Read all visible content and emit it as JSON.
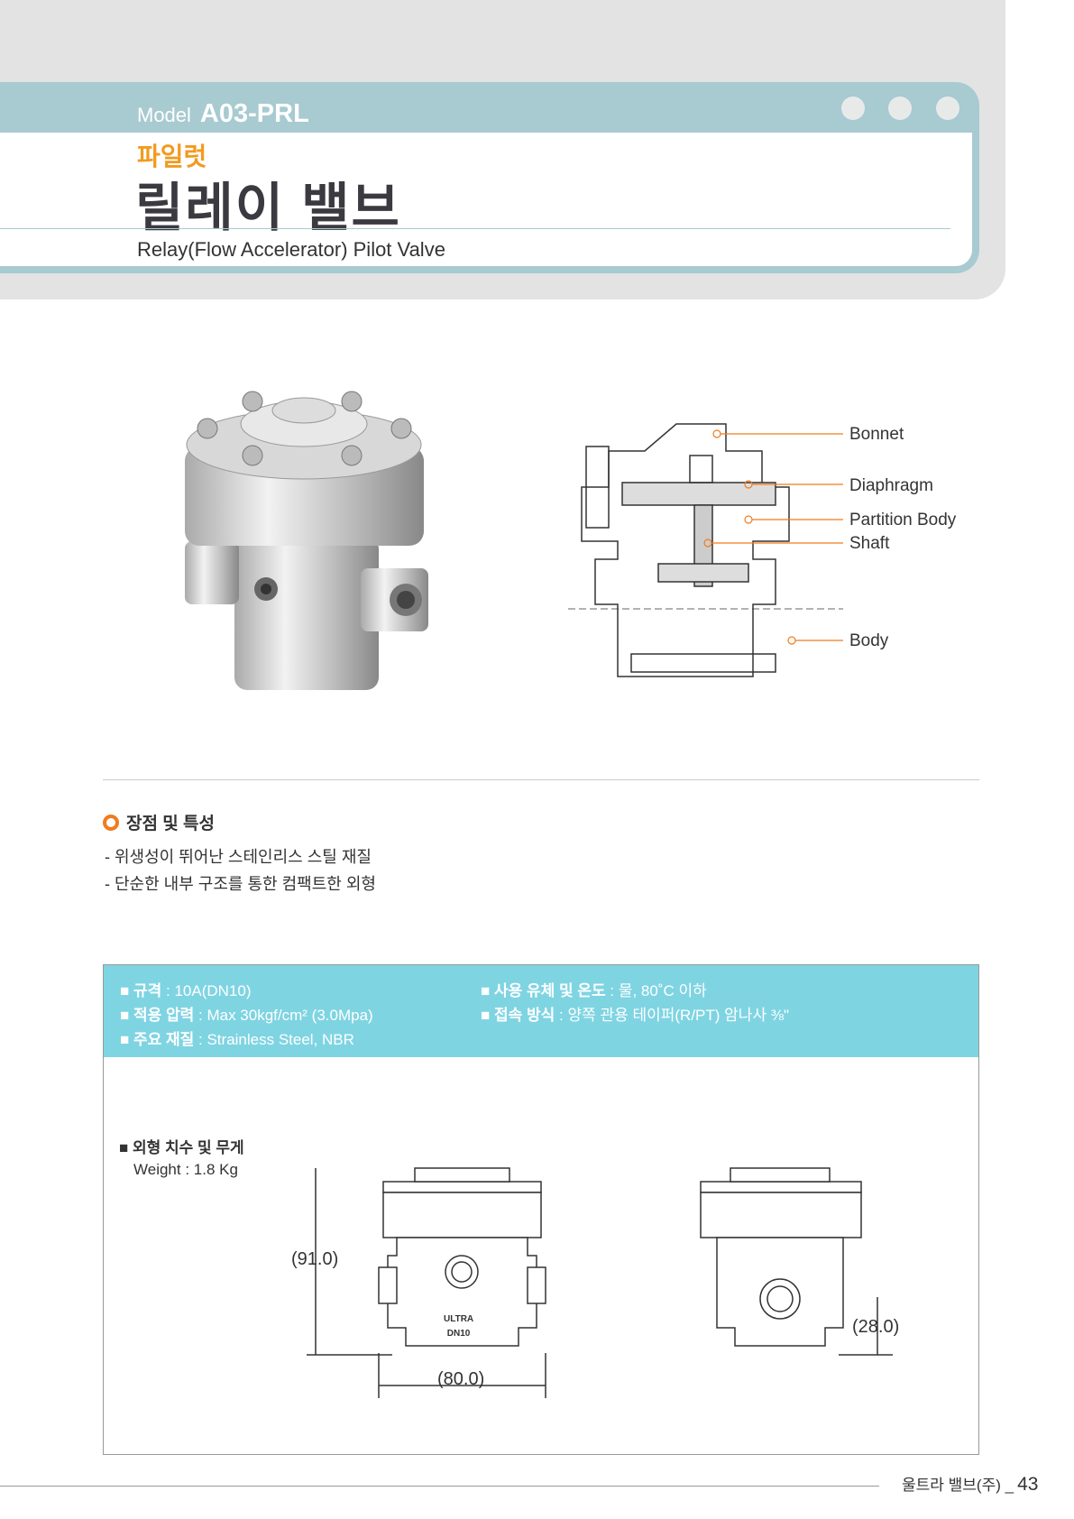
{
  "header": {
    "model_label": "Model",
    "model": "A03-PRL",
    "subtitle": "파일럿",
    "title": "릴레이 밸브",
    "english": "Relay(Flow Accelerator) Pilot Valve"
  },
  "diagram": {
    "labels": [
      "Bonnet",
      "Diaphragm",
      "Partition Body",
      "Shaft",
      "Body"
    ],
    "accent": "#f07c1e"
  },
  "features": {
    "heading": "장점 및 특성",
    "items": [
      "- 위생성이 뛰어난 스테인리스 스틸 재질",
      "- 단순한 내부 구조를 통한 컴팩트한 외형"
    ]
  },
  "specs": {
    "size": {
      "label": "규격",
      "value": " : 10A(DN10)"
    },
    "pressure": {
      "label": "적용 압력",
      "value": " : Max 30kgf/cm² (3.0Mpa)"
    },
    "material": {
      "label": "주요 재질",
      "value": " : Strainless Steel, NBR"
    },
    "fluid": {
      "label": "사용 유체 및 온도",
      "value": " : 물, 80˚C  이하"
    },
    "connection": {
      "label": "접속 방식",
      "value": " : 양쪽 관용 테이퍼(R/PT) 암나사 ⅜\""
    }
  },
  "dimensions": {
    "heading": "외형 치수 및 무게",
    "weight": "Weight : 1.8 Kg",
    "height": "(91.0)",
    "width": "(80.0)",
    "port_height": "(28.0)",
    "marking1": "ULTRA",
    "marking2": "DN10"
  },
  "footer": {
    "company": "울트라 밸브(주) _",
    "page": "43"
  }
}
